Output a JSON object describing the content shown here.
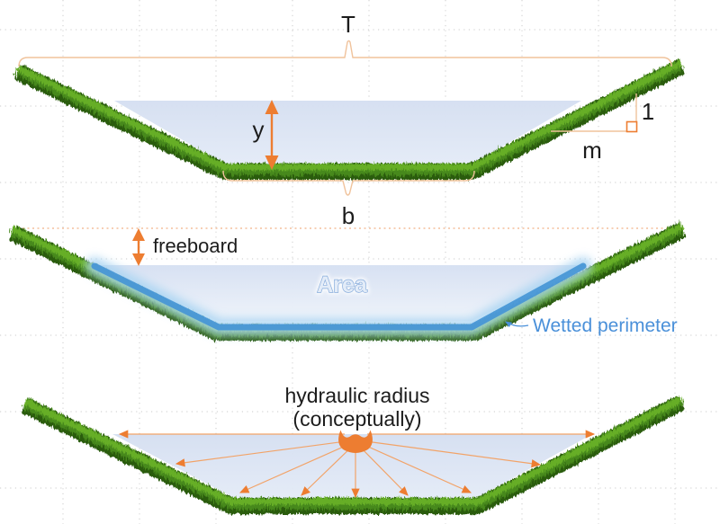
{
  "diagram_top": {
    "top_width_label": "T",
    "depth_label": "y",
    "bottom_width_label": "b",
    "side_slope_rise_label": "1",
    "side_slope_run_label": "m"
  },
  "diagram_middle": {
    "freeboard_label": "freeboard",
    "area_label": "Area",
    "wetted_perimeter_label": "Wetted perimeter"
  },
  "diagram_bottom": {
    "title_line1": "hydraulic radius",
    "title_line2": "(conceptually)"
  },
  "colors": {
    "accent_orange": "#ED7D31",
    "bracket_peach": "#F0C39C",
    "water_fill": "#D9E3F4",
    "wetted_band_blue": "#4595D5",
    "wetted_label_blue": "#4A90D9",
    "grass_green": "#47891B"
  }
}
